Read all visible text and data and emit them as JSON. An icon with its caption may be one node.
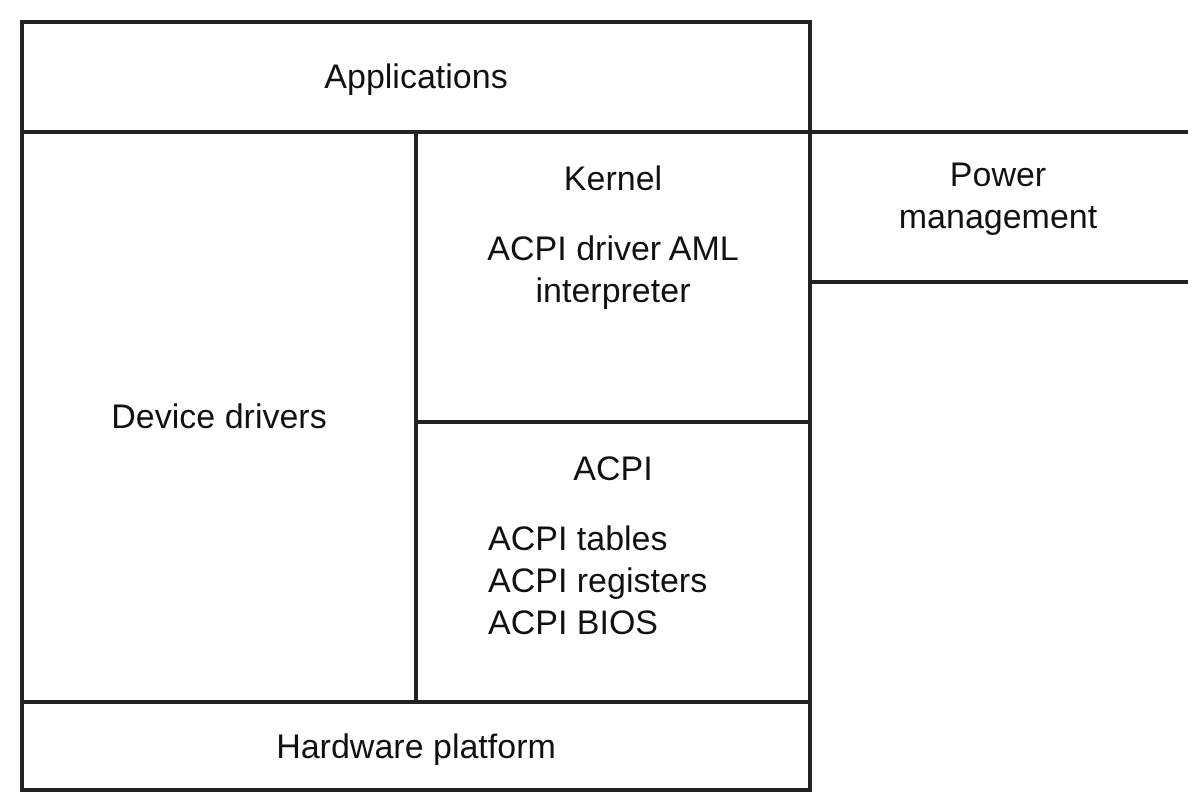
{
  "diagram": {
    "nodes": [
      {
        "text": [
          "Applications"
        ]
      },
      {
        "text": [
          "Device drivers"
        ]
      },
      {
        "text": [
          "Kernel",
          "ACPI driver AML interpreter"
        ]
      },
      {
        "text": [
          "ACPI",
          "ACPI tables ACPI registers ACPI BIOS"
        ]
      },
      {
        "text": [
          "Hardware platform"
        ]
      },
      {
        "text": [
          "Power management"
        ]
      }
    ]
  }
}
